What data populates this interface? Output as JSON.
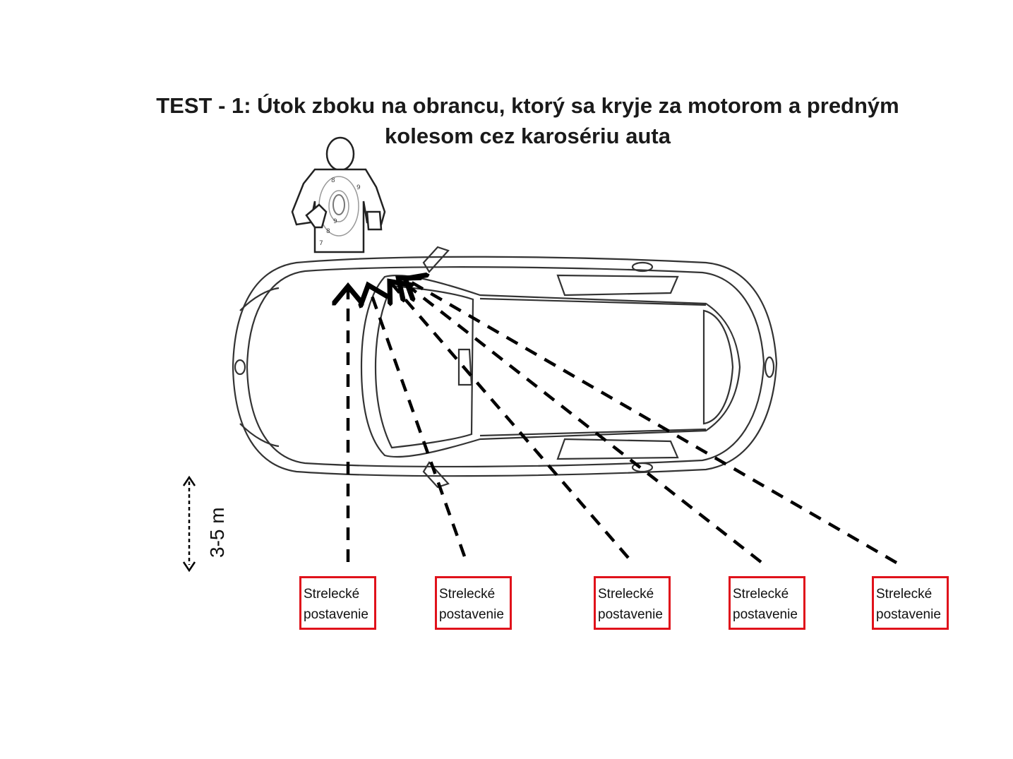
{
  "title": {
    "line1": "TEST - 1: Útok zboku na obrancu, ktorý sa kryje za motorom a predným",
    "line2": "kolesom cez karosériu auta"
  },
  "distance_label": "3-5 m",
  "positions": [
    {
      "line1": "Strelecké",
      "line2": "postavenie"
    },
    {
      "line1": "Strelecké",
      "line2": "postavenie"
    },
    {
      "line1": "Strelecké",
      "line2": "postavenie"
    },
    {
      "line1": "Strelecké",
      "line2": "postavenie"
    },
    {
      "line1": "Strelecké",
      "line2": "postavenie"
    }
  ],
  "target_target_numbers": [
    "9",
    "8",
    "9",
    "8",
    "7"
  ],
  "colors": {
    "box_border": "#e0121b",
    "line": "#000000",
    "car_outline": "#333333"
  }
}
